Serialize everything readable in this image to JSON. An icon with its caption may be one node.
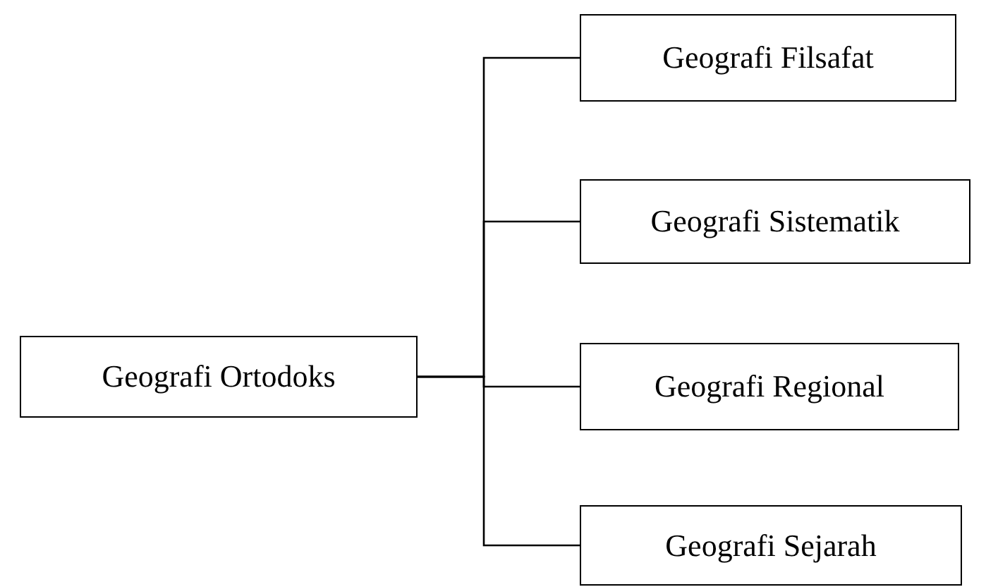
{
  "diagram": {
    "nodes": [
      {
        "text": [
          "Geografi Ortodoks"
        ]
      },
      {
        "text": [
          "Geografi Filsafat"
        ]
      },
      {
        "text": [
          "Geografi Sistematik"
        ]
      },
      {
        "text": [
          "Geografi Regional"
        ]
      },
      {
        "text": [
          "Geografi Sejarah"
        ]
      }
    ],
    "edges": [
      {
        "from": 0,
        "to": 1,
        "arrow": "none"
      },
      {
        "from": 0,
        "to": 2,
        "arrow": "none"
      },
      {
        "from": 0,
        "to": 3,
        "arrow": "none"
      },
      {
        "from": 0,
        "to": 4,
        "arrow": "none"
      }
    ]
  }
}
